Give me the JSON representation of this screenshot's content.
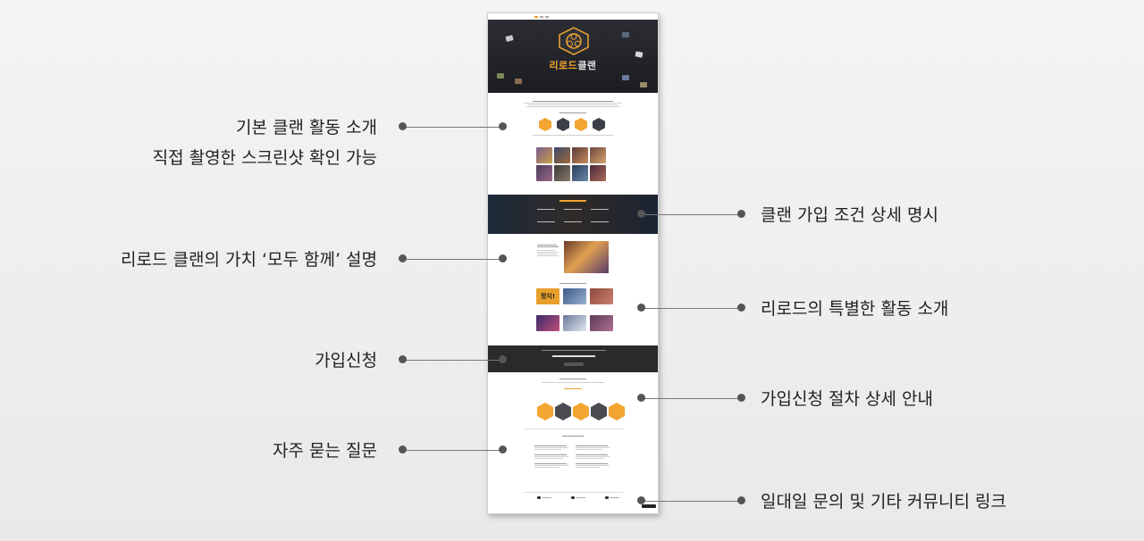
{
  "callouts": {
    "basic_activity_1": "기본 클랜 활동 소개",
    "basic_activity_2": "직접 촬영한 스크린샷 확인 가능",
    "value_together": "리로드 클랜의 가치 ‘모두 함께’ 설명",
    "apply": "가입신청",
    "faq": "자주 묻는 질문",
    "join_conditions": "클랜 가입 조건 상세 명시",
    "special_activity": "리로드의 특별한 활동 소개",
    "apply_procedure": "가입신청 절차 상세 안내",
    "contact_links": "일대일 문의 및 기타 커뮤니티 링크"
  },
  "site": {
    "hero_title_orange": "리로드",
    "hero_title_white": "클랜",
    "promo_text": "팟지!"
  },
  "colors": {
    "accent": "#f2a531",
    "dark": "#2a2a2a",
    "callout_text": "#222222",
    "leader": "#777777"
  }
}
